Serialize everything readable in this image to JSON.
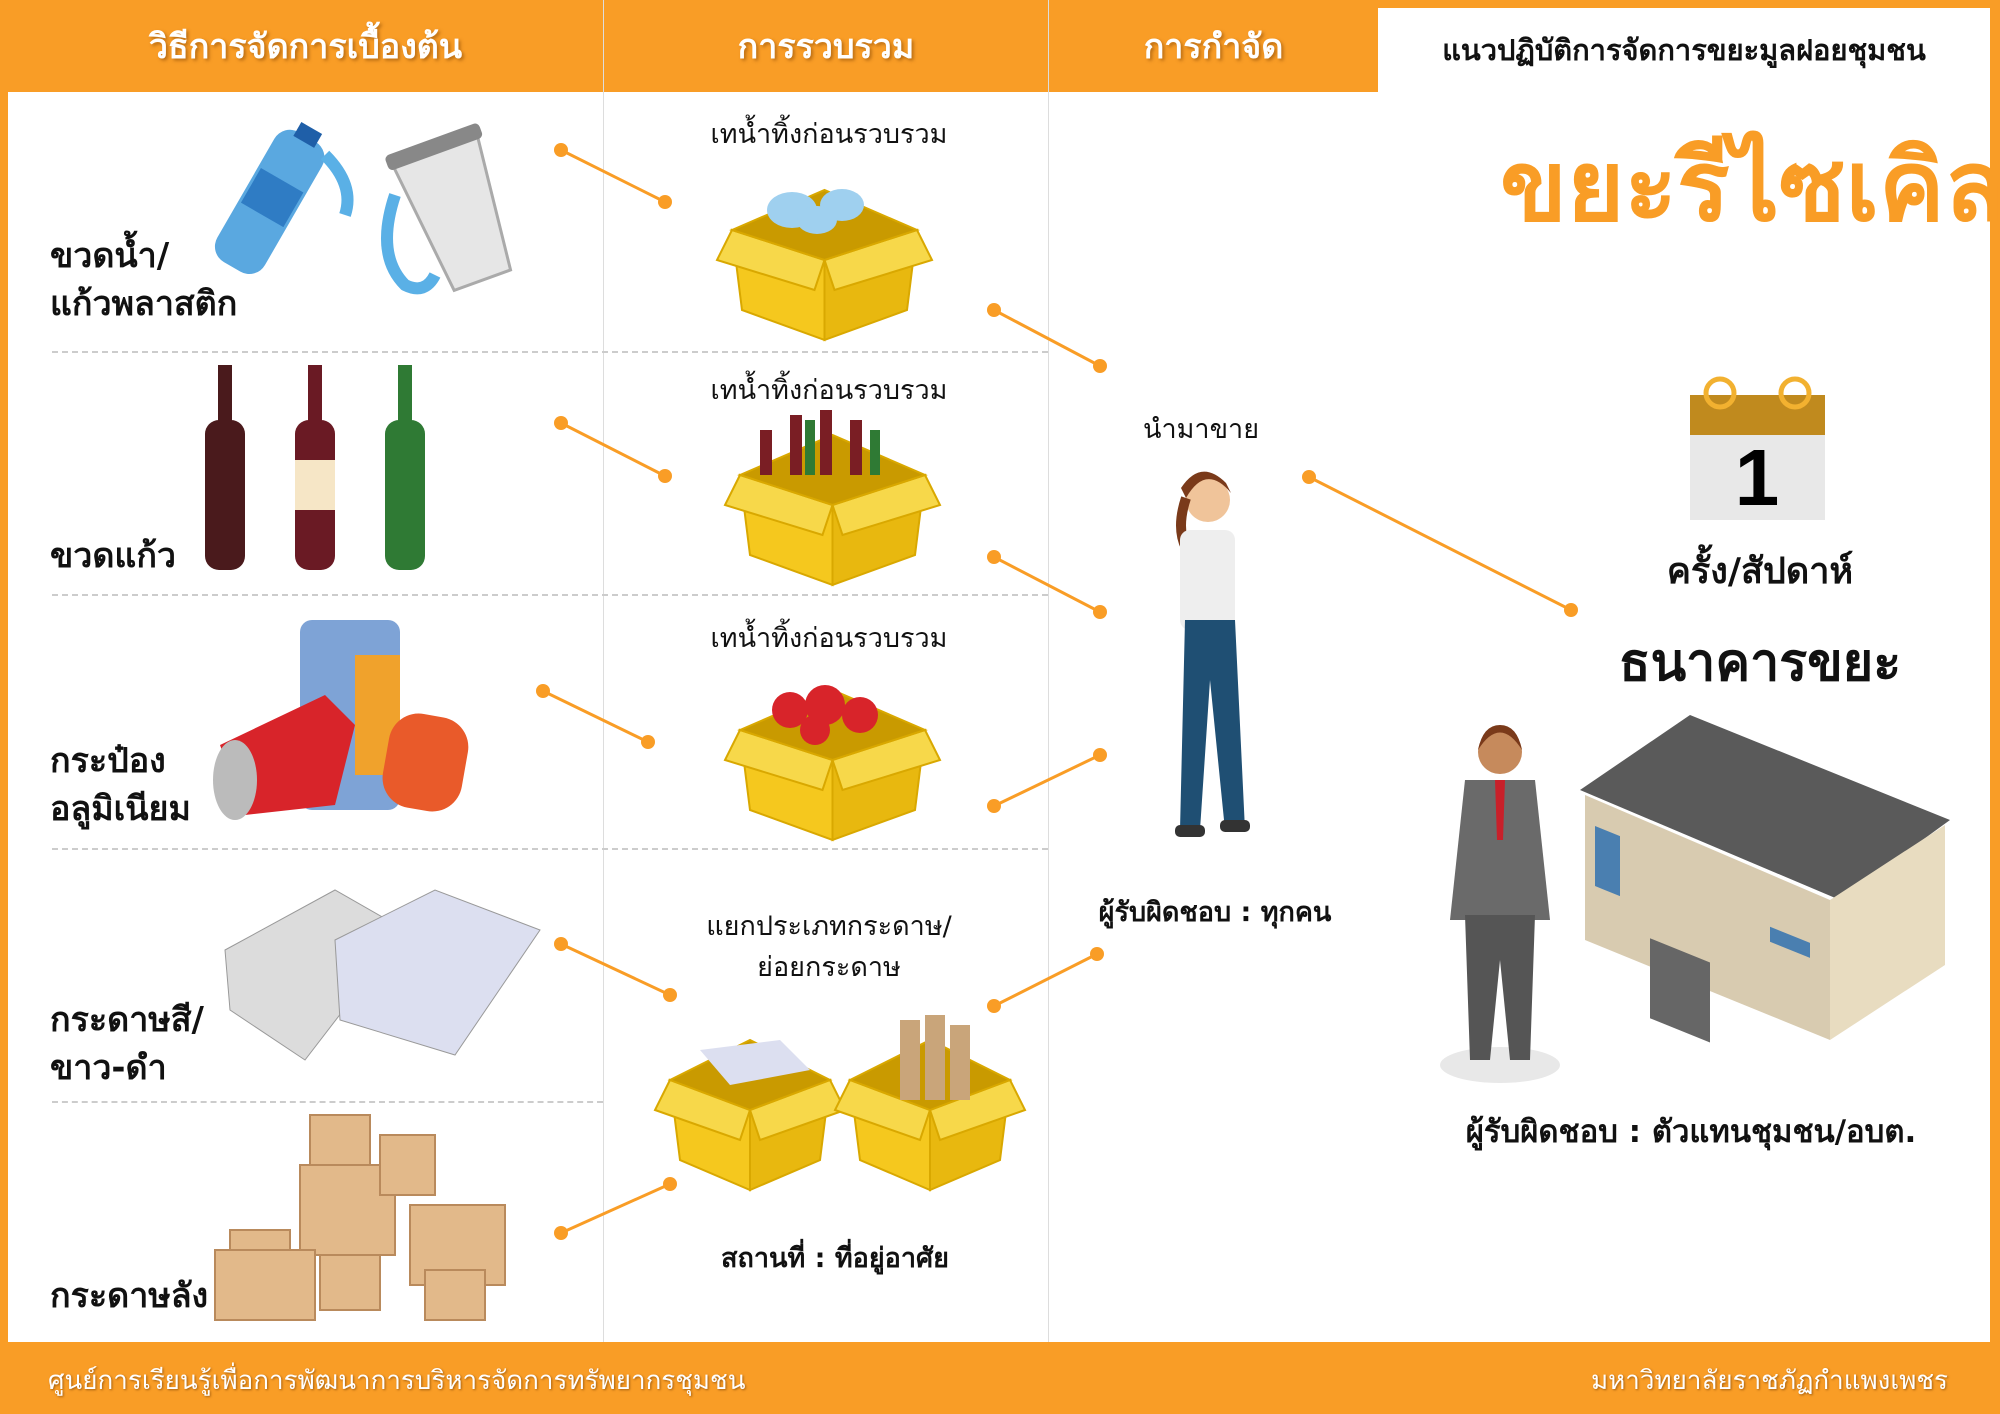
{
  "header": {
    "col1": "วิธีการจัดการเบื้องต้น",
    "col2": "การรวบรวม",
    "col3": "การกำจัด",
    "guideline": "แนวปฏิบัติการจัดการขยะมูลฝอยชุมชน"
  },
  "title": "ขยะรีไซเคิล",
  "items": [
    {
      "line1": "ขวดน้ำ/",
      "line2": "แก้วพลาสติก"
    },
    {
      "line1": "ขวดแก้ว"
    },
    {
      "line1": "กระป๋อง",
      "line2": "อลูมิเนียม"
    },
    {
      "line1": "กระดาษสี/",
      "line2": "ขาว-ดำ"
    },
    {
      "line1": "กระดาษลัง"
    }
  ],
  "collection": {
    "rinse1": "เทน้ำทิ้งก่อนรวบรวม",
    "rinse2": "เทน้ำทิ้งก่อนรวบรวม",
    "rinse3": "เทน้ำทิ้งก่อนรวบรวม",
    "paper1": "แยกประเภทกระดาษ/",
    "paper2": "ย่อยกระดาษ",
    "place": "สถานที่ : ที่อยู่อาศัย"
  },
  "disposal": {
    "sell": "นำมาขาย",
    "responsible": "ผู้รับผิดชอบ : ทุกคน"
  },
  "bank": {
    "calendar_number": "1",
    "frequency": "ครั้ง/สัปดาห์",
    "name": "ธนาคารขยะ",
    "responsible": "ผู้รับผิดชอบ : ตัวแทนชุมชน/อบต."
  },
  "footer": {
    "left": "ศูนย์การเรียนรู้เพื่อการพัฒนาการบริหารจัดการทรัพยากรชุมชน",
    "right": "มหาวิทยาลัยราชภัฏกำแพงเพชร"
  },
  "colors": {
    "accent": "#f99d26",
    "box": "#f5c81e"
  }
}
